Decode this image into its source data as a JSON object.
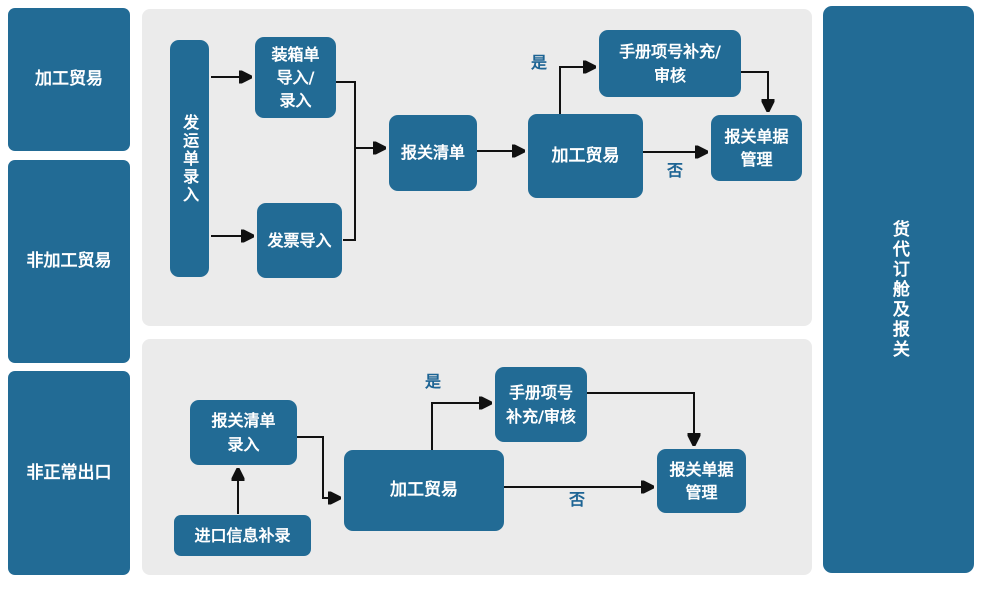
{
  "colors": {
    "page_bg": "#ffffff",
    "box_blue": "#226b95",
    "panel_gray": "#ebebeb",
    "label_blue": "#1d6494",
    "arrow_black": "#111111",
    "text_white": "#ffffff"
  },
  "left_lane": {
    "items": [
      {
        "label": "加工贸易"
      },
      {
        "label": "非加工贸易"
      },
      {
        "label": "非正常出口"
      }
    ]
  },
  "right_lane": {
    "label": "货代订舱及报关"
  },
  "top_flow": {
    "shipping_order_entry": "发运单录入",
    "packing_list_import": "装箱单\n导入/\n录入",
    "invoice_import": "发票导入",
    "customs_list": "报关清单",
    "processing_trade": "加工贸易",
    "manual_item_check": "手册项号补充/\n审核",
    "customs_doc_mgmt": "报关单据\n管理",
    "yes_label": "是",
    "no_label": "否"
  },
  "bottom_flow": {
    "customs_list_entry": "报关清单\n录入",
    "import_info_entry": "进口信息补录",
    "processing_trade": "加工贸易",
    "manual_item_check": "手册项号\n补充/审核",
    "customs_doc_mgmt": "报关单据\n管理",
    "yes_label": "是",
    "no_label": "否"
  }
}
